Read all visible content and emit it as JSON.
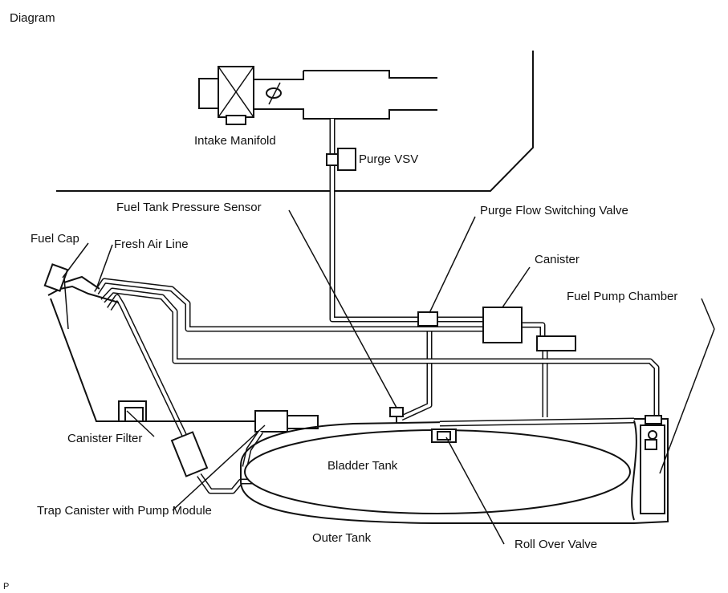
{
  "diagram": {
    "title": "Diagram",
    "footer_mark": "P",
    "labels": {
      "intake_manifold": "Intake Manifold",
      "purge_vsv": "Purge VSV",
      "fuel_tank_pressure_sensor": "Fuel Tank Pressure Sensor",
      "purge_flow_switching_valve": "Purge Flow Switching Valve",
      "fuel_cap": "Fuel Cap",
      "fresh_air_line": "Fresh Air Line",
      "canister": "Canister",
      "fuel_pump_chamber": "Fuel Pump Chamber",
      "canister_filter": "Canister Filter",
      "bladder_tank": "Bladder Tank",
      "trap_canister_with_pump_module": "Trap Canister with Pump Module",
      "outer_tank": "Outer Tank",
      "roll_over_valve": "Roll Over Valve"
    }
  }
}
